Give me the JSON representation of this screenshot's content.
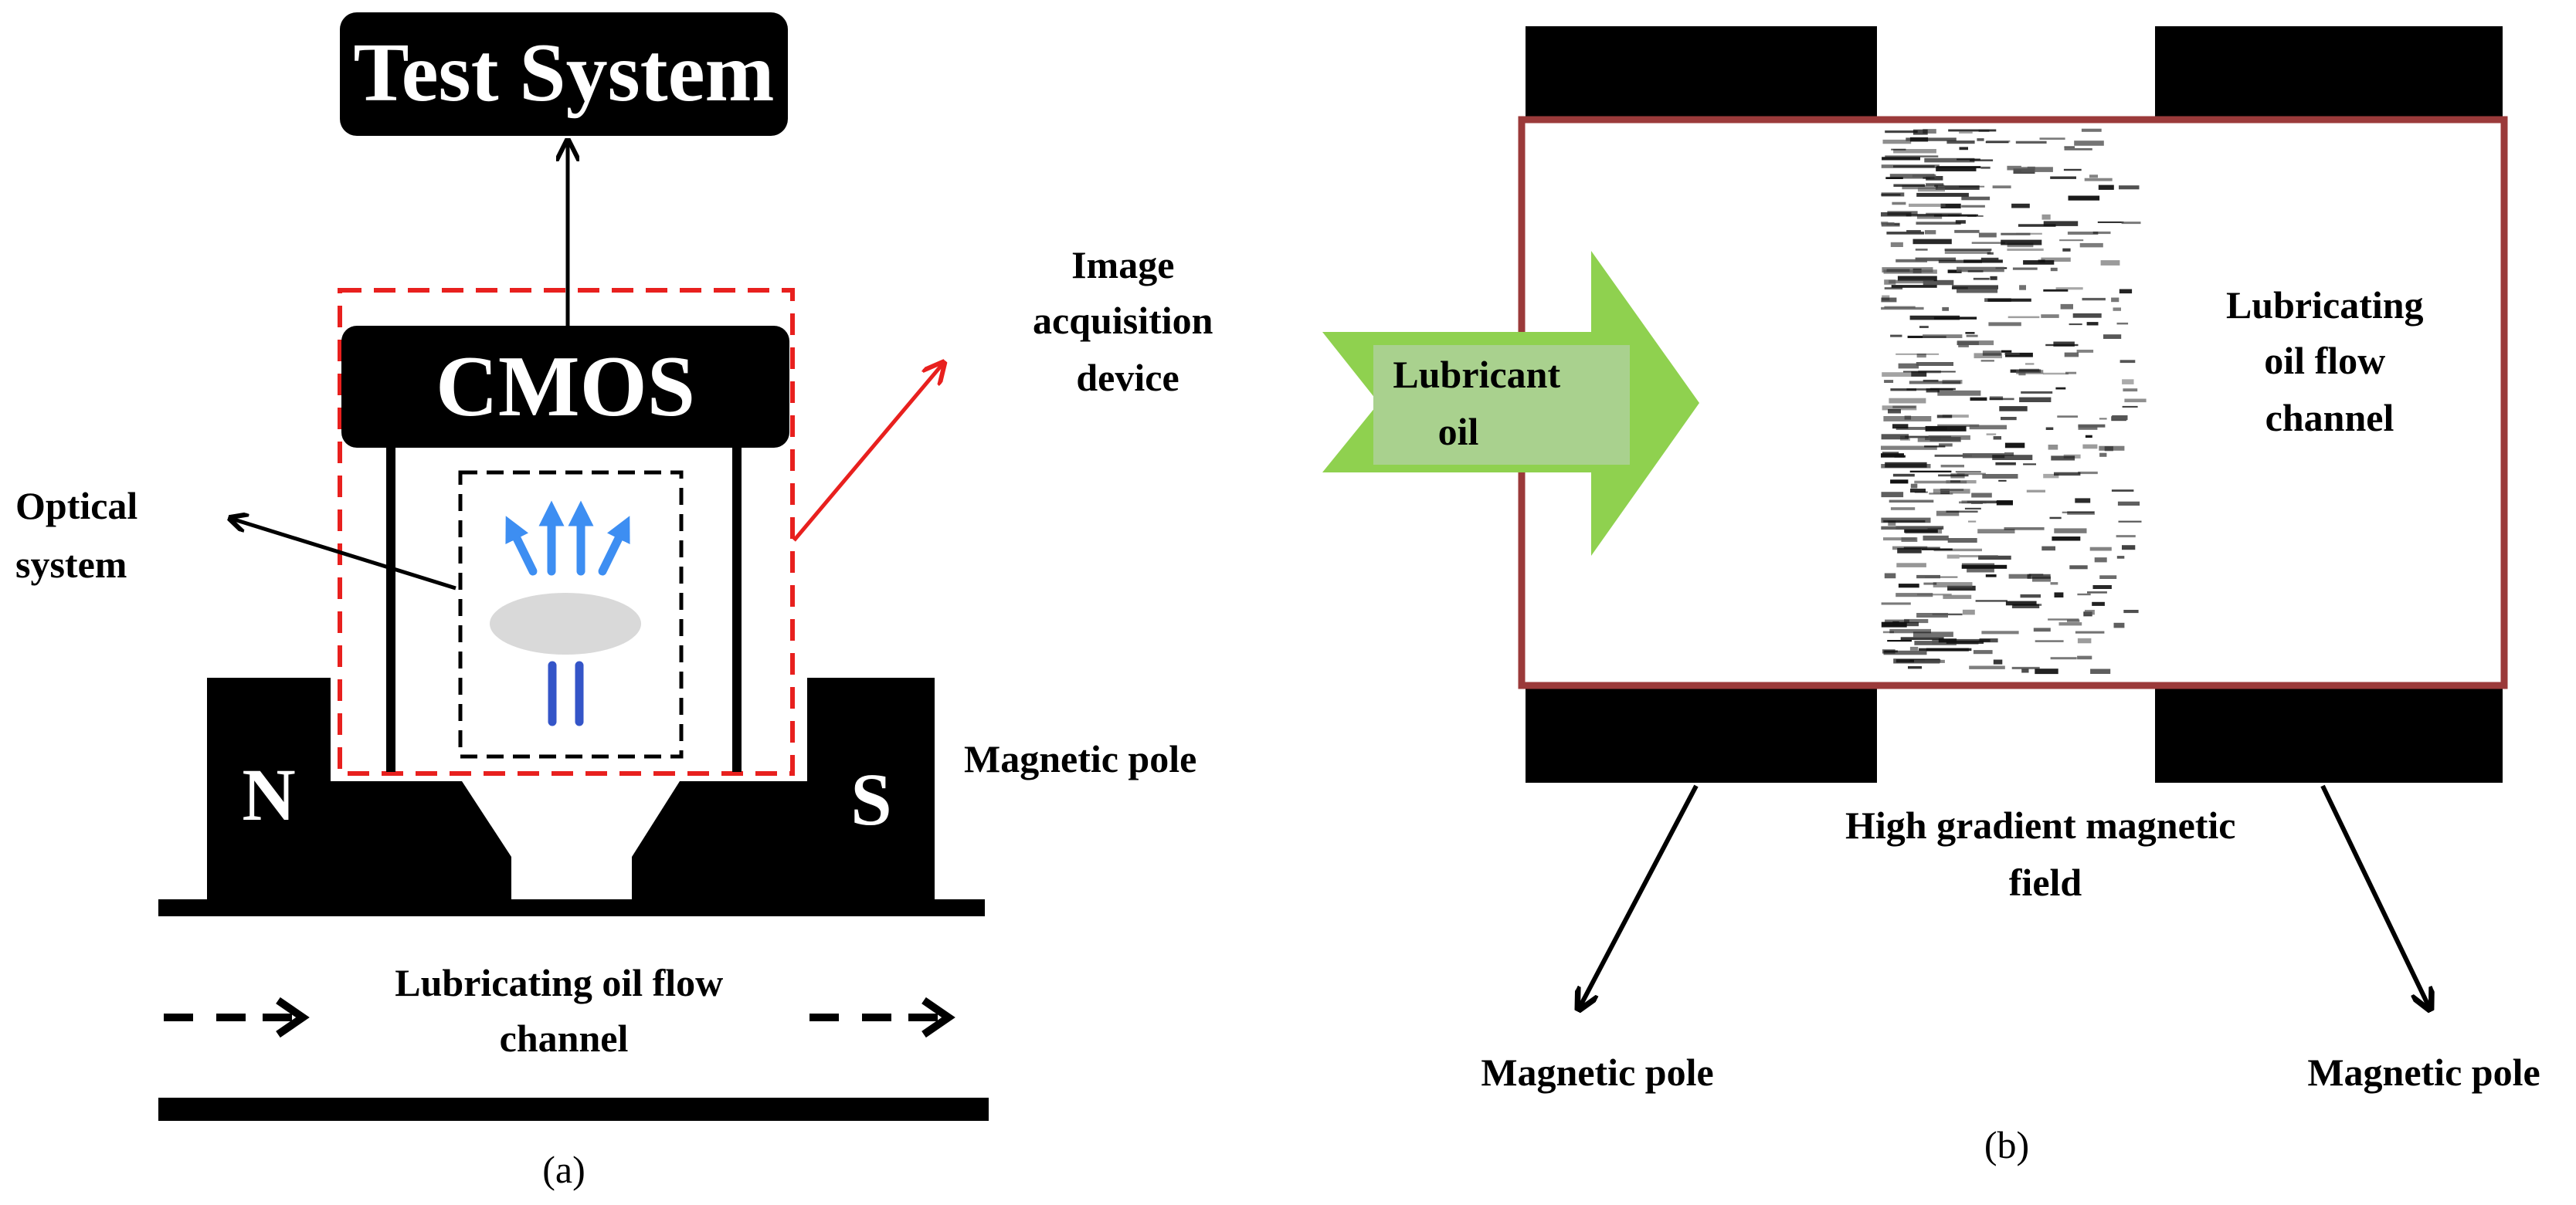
{
  "panel_a": {
    "caption": "(a)",
    "test_system_label": "Test System",
    "cmos_label": "CMOS",
    "image_acquisition_label": [
      "Image",
      "acquisition",
      "device"
    ],
    "optical_system_label": [
      "Optical",
      "system"
    ],
    "north_pole_label": "N",
    "south_pole_label": "S",
    "magnetic_pole_label": "Magnetic pole",
    "flow_channel_label": [
      "Lubricating oil flow",
      "channel"
    ]
  },
  "panel_b": {
    "caption": "(b)",
    "lubricant_label": [
      "Lubricant",
      "oil"
    ],
    "flow_channel_label": [
      "Lubricating",
      "oil flow",
      "channel"
    ],
    "gradient_field_label": [
      "High gradient magnetic",
      "field"
    ],
    "magnetic_pole_left_label": "Magnetic pole",
    "magnetic_pole_right_label": "Magnetic pole"
  },
  "colors": {
    "black": "#000000",
    "red_dashed": "#e8201e",
    "blue_arrow": "#3d8ef2",
    "blue_line": "#3455c8",
    "lens_gray": "#d9d9d9",
    "channel_border": "#9b3a3a",
    "green_arrow": "#8fd14f",
    "green_label_box": "#a9d18e"
  }
}
